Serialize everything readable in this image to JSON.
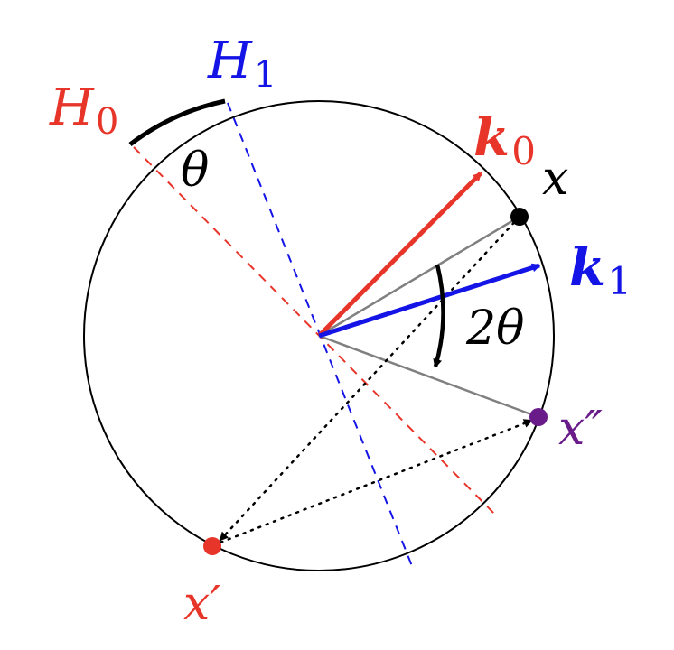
{
  "diagram": {
    "labels": {
      "H0": {
        "main": "H",
        "sub": "0",
        "color": "#e8352a"
      },
      "H1": {
        "main": "H",
        "sub": "1",
        "color": "#1414e6"
      },
      "k0": {
        "main": "k",
        "sub": "0",
        "color": "#e8352a"
      },
      "k1": {
        "main": "k",
        "sub": "1",
        "color": "#1414e6"
      },
      "theta": {
        "text": "θ",
        "color": "#000000"
      },
      "two_theta": {
        "text": "2θ",
        "color": "#000000"
      },
      "x": {
        "text": "x",
        "color": "#000000"
      },
      "x_prime": {
        "text": "x′",
        "color": "#e8352a"
      },
      "x_double_prime": {
        "text": "x″",
        "color": "#6a1b8a"
      }
    },
    "colors": {
      "circle": "#000000",
      "radius_lines": "#808080",
      "dotted_paths": "#000000",
      "rotation_arrow": "#000000",
      "point_x": "#000000",
      "point_x_prime": "#e8352a",
      "point_x_double_prime": "#6a1b8a"
    }
  }
}
